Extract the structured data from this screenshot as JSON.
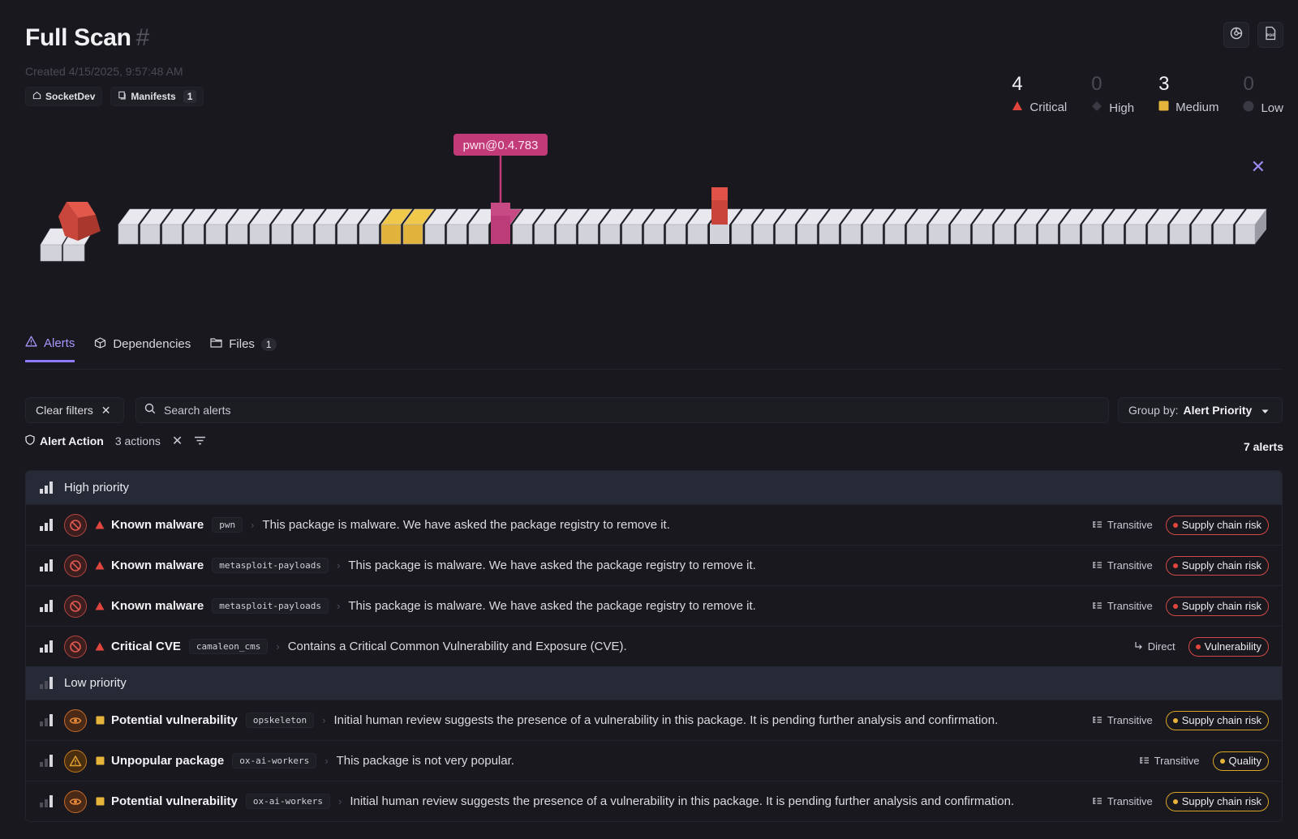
{
  "header": {
    "title": "Full Scan",
    "hash": "#",
    "created": "Created 4/15/2025, 9:57:48 AM",
    "org_chip": "SocketDev",
    "manifests_label": "Manifests",
    "manifests_count": "1"
  },
  "severity_counts": [
    {
      "count": "4",
      "label": "Critical",
      "color": "#e0463e",
      "shape": "triangle"
    },
    {
      "count": "0",
      "label": "High",
      "color": "#3a3a44",
      "shape": "diamond"
    },
    {
      "count": "3",
      "label": "Medium",
      "color": "#e6b43a",
      "shape": "square"
    },
    {
      "count": "0",
      "label": "Low",
      "color": "#3a3a44",
      "shape": "circle"
    }
  ],
  "visualization": {
    "tooltip": "pwn@0.4.783",
    "highlight_color": "#c23a78"
  },
  "tabs": [
    {
      "label": "Alerts",
      "badge": ""
    },
    {
      "label": "Dependencies",
      "badge": ""
    },
    {
      "label": "Files",
      "badge": "1"
    }
  ],
  "filters": {
    "clear_label": "Clear filters",
    "search_placeholder": "Search alerts",
    "group_by_label": "Group by:",
    "group_by_value": "Alert Priority",
    "alert_action_label": "Alert Action",
    "alert_action_count": "3 actions",
    "alert_total": "7 alerts"
  },
  "groups": [
    {
      "title": "High priority",
      "rows": [
        {
          "name": "Known malware",
          "pkg": "pwn",
          "desc": "This package is malware. We have asked the package registry to remove it.",
          "dep": "Transitive",
          "tag": "Supply chain risk",
          "status": "block",
          "sev": "critical",
          "tag_color": "red"
        },
        {
          "name": "Known malware",
          "pkg": "metasploit-payloads",
          "desc": "This package is malware. We have asked the package registry to remove it.",
          "dep": "Transitive",
          "tag": "Supply chain risk",
          "status": "block",
          "sev": "critical",
          "tag_color": "red"
        },
        {
          "name": "Known malware",
          "pkg": "metasploit-payloads",
          "desc": "This package is malware. We have asked the package registry to remove it.",
          "dep": "Transitive",
          "tag": "Supply chain risk",
          "status": "block",
          "sev": "critical",
          "tag_color": "red"
        },
        {
          "name": "Critical CVE",
          "pkg": "camaleon_cms",
          "desc": "Contains a Critical Common Vulnerability and Exposure (CVE).",
          "dep": "Direct",
          "tag": "Vulnerability",
          "status": "block",
          "sev": "critical",
          "tag_color": "red"
        }
      ]
    },
    {
      "title": "Low priority",
      "rows": [
        {
          "name": "Potential vulnerability",
          "pkg": "opskeleton",
          "desc": "Initial human review suggests the presence of a vulnerability in this package. It is pending further analysis and confirmation.",
          "dep": "Transitive",
          "tag": "Supply chain risk",
          "status": "eye",
          "sev": "medium",
          "tag_color": "yellow"
        },
        {
          "name": "Unpopular package",
          "pkg": "ox-ai-workers",
          "desc": "This package is not very popular.",
          "dep": "Transitive",
          "tag": "Quality",
          "status": "warn",
          "sev": "medium",
          "tag_color": "yellow"
        },
        {
          "name": "Potential vulnerability",
          "pkg": "ox-ai-workers",
          "desc": "Initial human review suggests the presence of a vulnerability in this package. It is pending further analysis and confirmation.",
          "dep": "Transitive",
          "tag": "Supply chain risk",
          "status": "eye",
          "sev": "medium",
          "tag_color": "yellow"
        }
      ]
    }
  ]
}
